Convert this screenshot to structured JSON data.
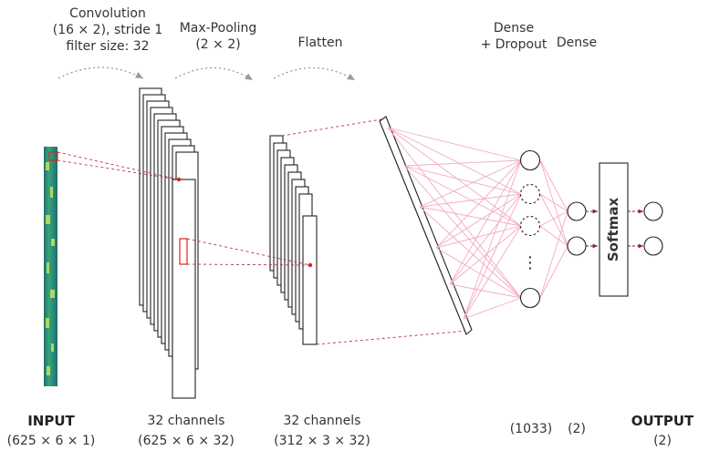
{
  "steps": {
    "conv_line1": "Convolution",
    "conv_line2": "(16 × 2), stride 1",
    "conv_line3": "filter size: 32",
    "pool_line1": "Max-Pooling",
    "pool_line2": "(2 × 2)",
    "flatten": "Flatten",
    "dense_dropout_line1": "Dense",
    "dense_dropout_line2": "+ Dropout",
    "dense": "Dense"
  },
  "softmax": "Softmax",
  "ellipsis": "⋮",
  "captions": {
    "input_title": "INPUT",
    "input_dims": "(625 × 6 × 1)",
    "conv_title": "32 channels",
    "conv_dims": "(625 × 6 × 32)",
    "pool_title": "32 channels",
    "pool_dims": "(312 × 3 × 32)",
    "dense1_dims": "(1033)",
    "dense2_dims": "(2)",
    "output_title": "OUTPUT",
    "output_dims": "(2)"
  },
  "colors": {
    "connection_pink": "#f3a9c6",
    "dashed_red": "#b5354a",
    "marker_red": "#e02020",
    "input_green": "#2f9e73",
    "input_highlight": "#c8e35a",
    "arrow_gray": "#9a9a9a",
    "stroke": "#222222"
  }
}
